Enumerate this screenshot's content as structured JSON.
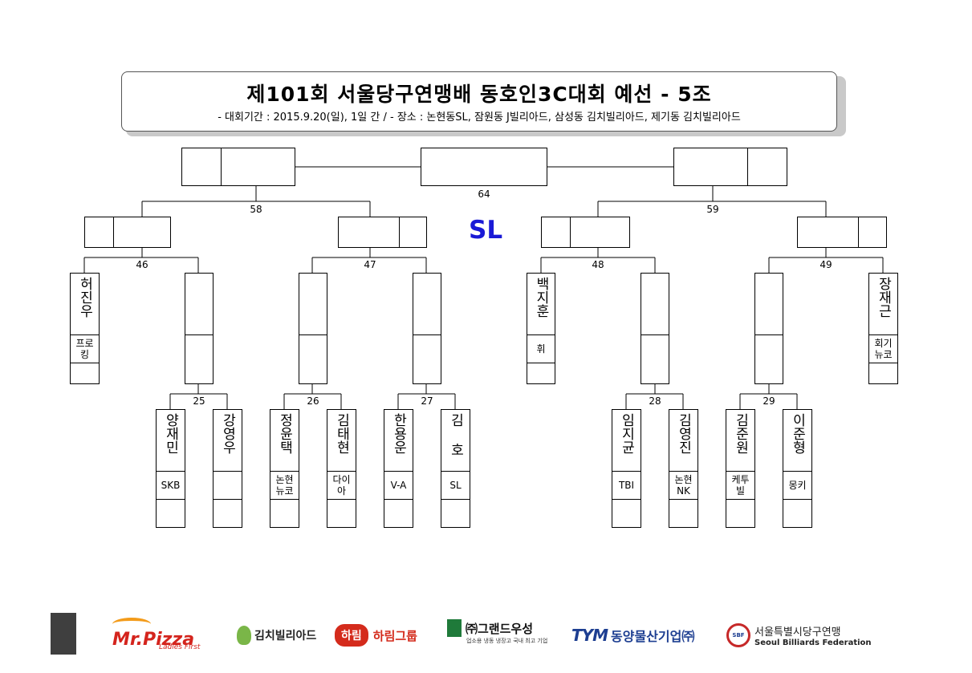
{
  "header": {
    "title": "제101회 서울당구연맹배 동호인3C대회 예선 - 5조",
    "subtitle": "- 대회기간 : 2015.9.20(일), 1일 간 / - 장소 : 논현동SL, 잠원동 J빌리아드, 삼성동 김치빌리아드, 제기동 김치빌리아드"
  },
  "center_label": "SL",
  "match_numbers": {
    "m64": "64",
    "m58": "58",
    "m59": "59",
    "m46": "46",
    "m47": "47",
    "m48": "48",
    "m49": "49",
    "m25": "25",
    "m26": "26",
    "m27": "27",
    "m28": "28",
    "m29": "29"
  },
  "players": {
    "heo_jinwoo": {
      "name": "허진우",
      "club": "프로킹"
    },
    "baek_jihun": {
      "name": "백지훈",
      "club": "휘"
    },
    "jang_jaegeun": {
      "name": "장재근",
      "club": "회기뉴코"
    },
    "yang_jaemin": {
      "name": "양재민",
      "club": "SKB"
    },
    "kang_youngwoo": {
      "name": "강영우",
      "club": ""
    },
    "jeong_yuntaek": {
      "name": "정윤택",
      "club": "논현뉴코"
    },
    "kim_taehyun": {
      "name": "김태현",
      "club": "다이아"
    },
    "han_yongun": {
      "name": "한용운",
      "club": "V-A"
    },
    "kim_ho": {
      "name": "김 호",
      "club": "SL"
    },
    "im_jigyun": {
      "name": "임지균",
      "club": "TBI"
    },
    "kim_youngjin": {
      "name": "김영진",
      "club": "논현NK"
    },
    "kim_junwon": {
      "name": "김준원",
      "club": "케투빌"
    },
    "lee_junhyung": {
      "name": "이준형",
      "club": "몽키"
    }
  },
  "sponsors": {
    "mrpizza": "Mr.Pizza",
    "mrpizza_sub": "Ladies First",
    "gimchi": "김치빌리아드",
    "harim_badge": "하림",
    "harim": "하림그룹",
    "grand": "㈜그랜드우성",
    "grand_sub": "업소용 냉동 냉장고 국내 최고 기업",
    "dongyang_mark": "TYM",
    "dongyang": "동양물산기업㈜",
    "sbf_mark": "SBF",
    "sbf_ko": "서울특별시당구연맹",
    "sbf_en": "Seoul Billiards Federation"
  },
  "colors": {
    "center_label": "#1a1ad6",
    "footer_bar": "#3f3f3f"
  }
}
